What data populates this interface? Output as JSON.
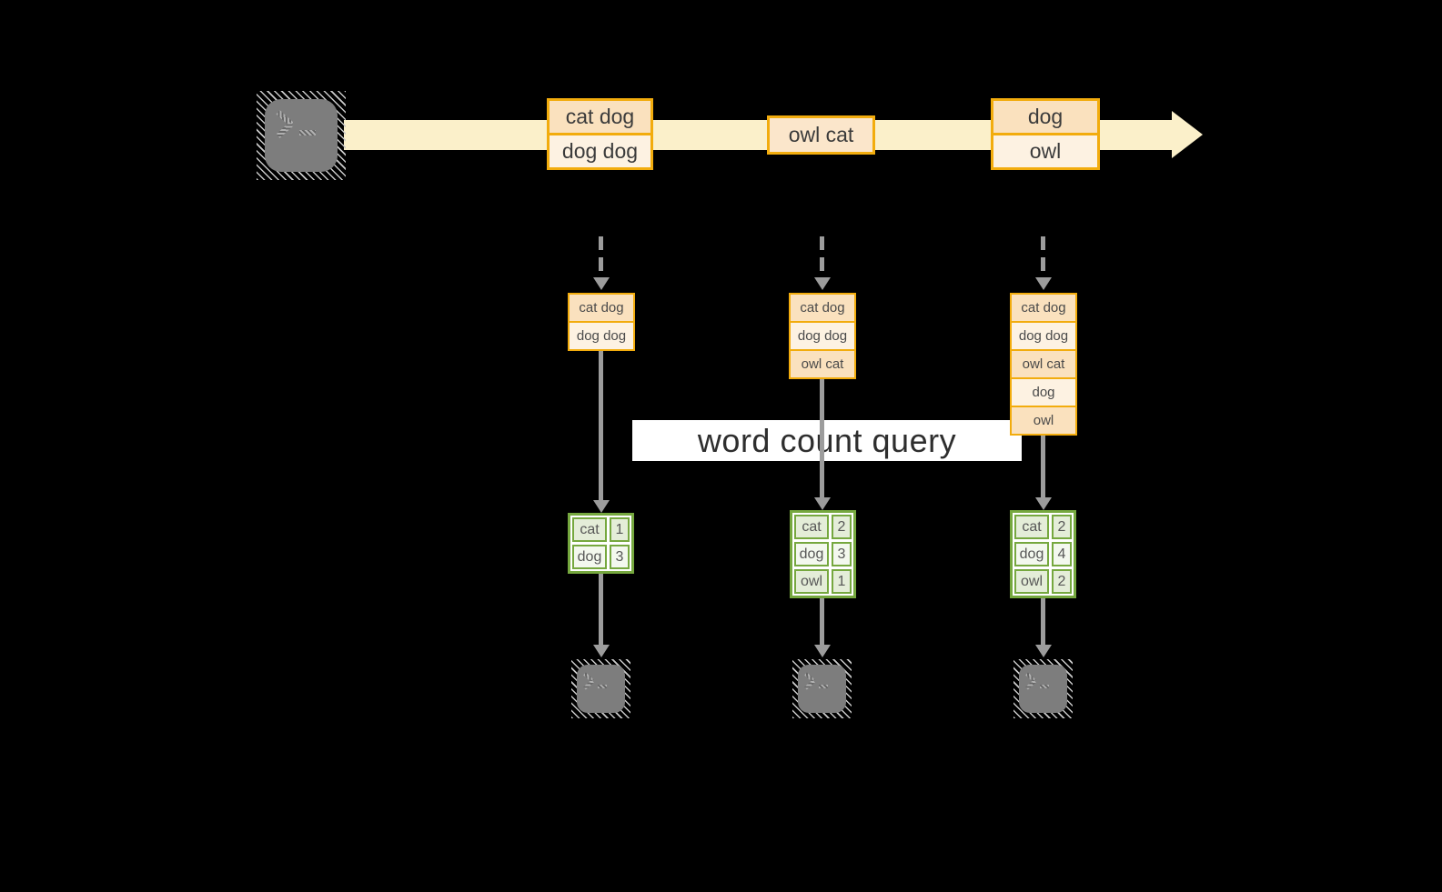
{
  "query_banner": {
    "label": "word count query"
  },
  "stream": {
    "source_icon": "terminal-icon",
    "events": [
      {
        "lines": [
          "cat dog",
          "dog dog"
        ]
      },
      {
        "lines": [
          "owl cat"
        ]
      },
      {
        "lines": [
          "dog",
          "owl"
        ]
      }
    ]
  },
  "columns": [
    {
      "buffered_events": [
        "cat dog",
        "dog dog"
      ],
      "word_counts": [
        {
          "word": "cat",
          "count": "1"
        },
        {
          "word": "dog",
          "count": "3"
        }
      ],
      "sink_icon": "terminal-icon"
    },
    {
      "buffered_events": [
        "cat dog",
        "dog dog",
        "owl cat"
      ],
      "word_counts": [
        {
          "word": "cat",
          "count": "2"
        },
        {
          "word": "dog",
          "count": "3"
        },
        {
          "word": "owl",
          "count": "1"
        }
      ],
      "sink_icon": "terminal-icon"
    },
    {
      "buffered_events": [
        "cat dog",
        "dog dog",
        "owl cat",
        "dog",
        "owl"
      ],
      "word_counts": [
        {
          "word": "cat",
          "count": "2"
        },
        {
          "word": "dog",
          "count": "4"
        },
        {
          "word": "owl",
          "count": "2"
        }
      ],
      "sink_icon": "terminal-icon"
    }
  ],
  "colors": {
    "background": "#000000",
    "stream_band": "#FBF0CA",
    "box_border_gold": "#F2AC0D",
    "row_peach": "#FAE1BE",
    "row_cream": "#FDF2E2",
    "row_mid_peach": "#FBE6CB",
    "table_border_green": "#76A83F",
    "cell_green_light": "#E4EDD8",
    "cell_green_lighter": "#F3F8EE",
    "arrow_gray": "#9C9C9C",
    "terminal_gray": "#7D7D7D",
    "query_banner_bg": "#FFFFFF",
    "query_text": "#2E2E2E"
  }
}
